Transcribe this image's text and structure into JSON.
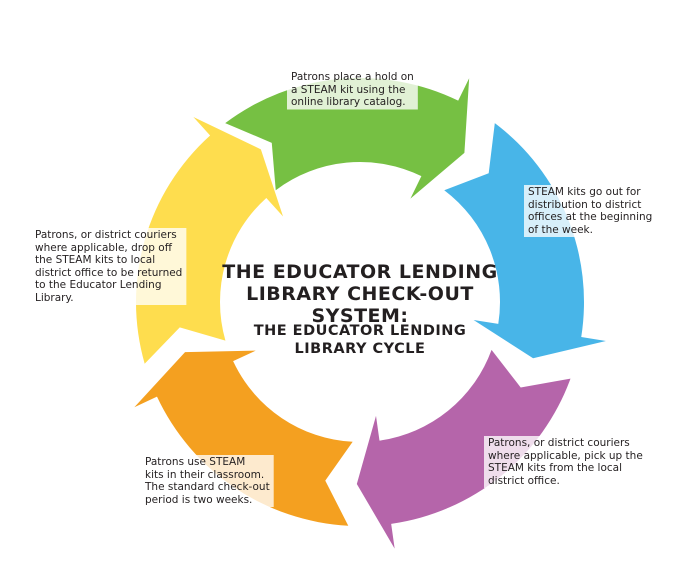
{
  "title": "THE EDUCATOR LENDING LIBRARY CHECK-OUT SYSTEM:",
  "subtitle": "THE EDUCATOR LENDING LIBRARY CYCLE",
  "steps": [
    {
      "text": "Patrons place a hold on\na STEAM kit using the\nonline library catalog.",
      "color": "#76c043"
    },
    {
      "text": "STEAM kits go out for\ndistribution to district\noffices at the beginning\nof the week.",
      "color": "#48b5e8"
    },
    {
      "text": "Patrons, or district couriers\nwhere applicable, pick up the\nSTEAM kits from the local\ndistrict office.",
      "color": "#b565aa"
    },
    {
      "text": "Patrons use STEAM\nkits in their classroom.\nThe standard check-out\nperiod is two weeks.",
      "color": "#f4a020"
    },
    {
      "text": "Patrons, or district couriers\nwhere applicable, drop off\nthe STEAM kits to local\ndistrict office to be returned\nto the Educator Lending\nLibrary.",
      "color": "#fedd4e"
    }
  ]
}
